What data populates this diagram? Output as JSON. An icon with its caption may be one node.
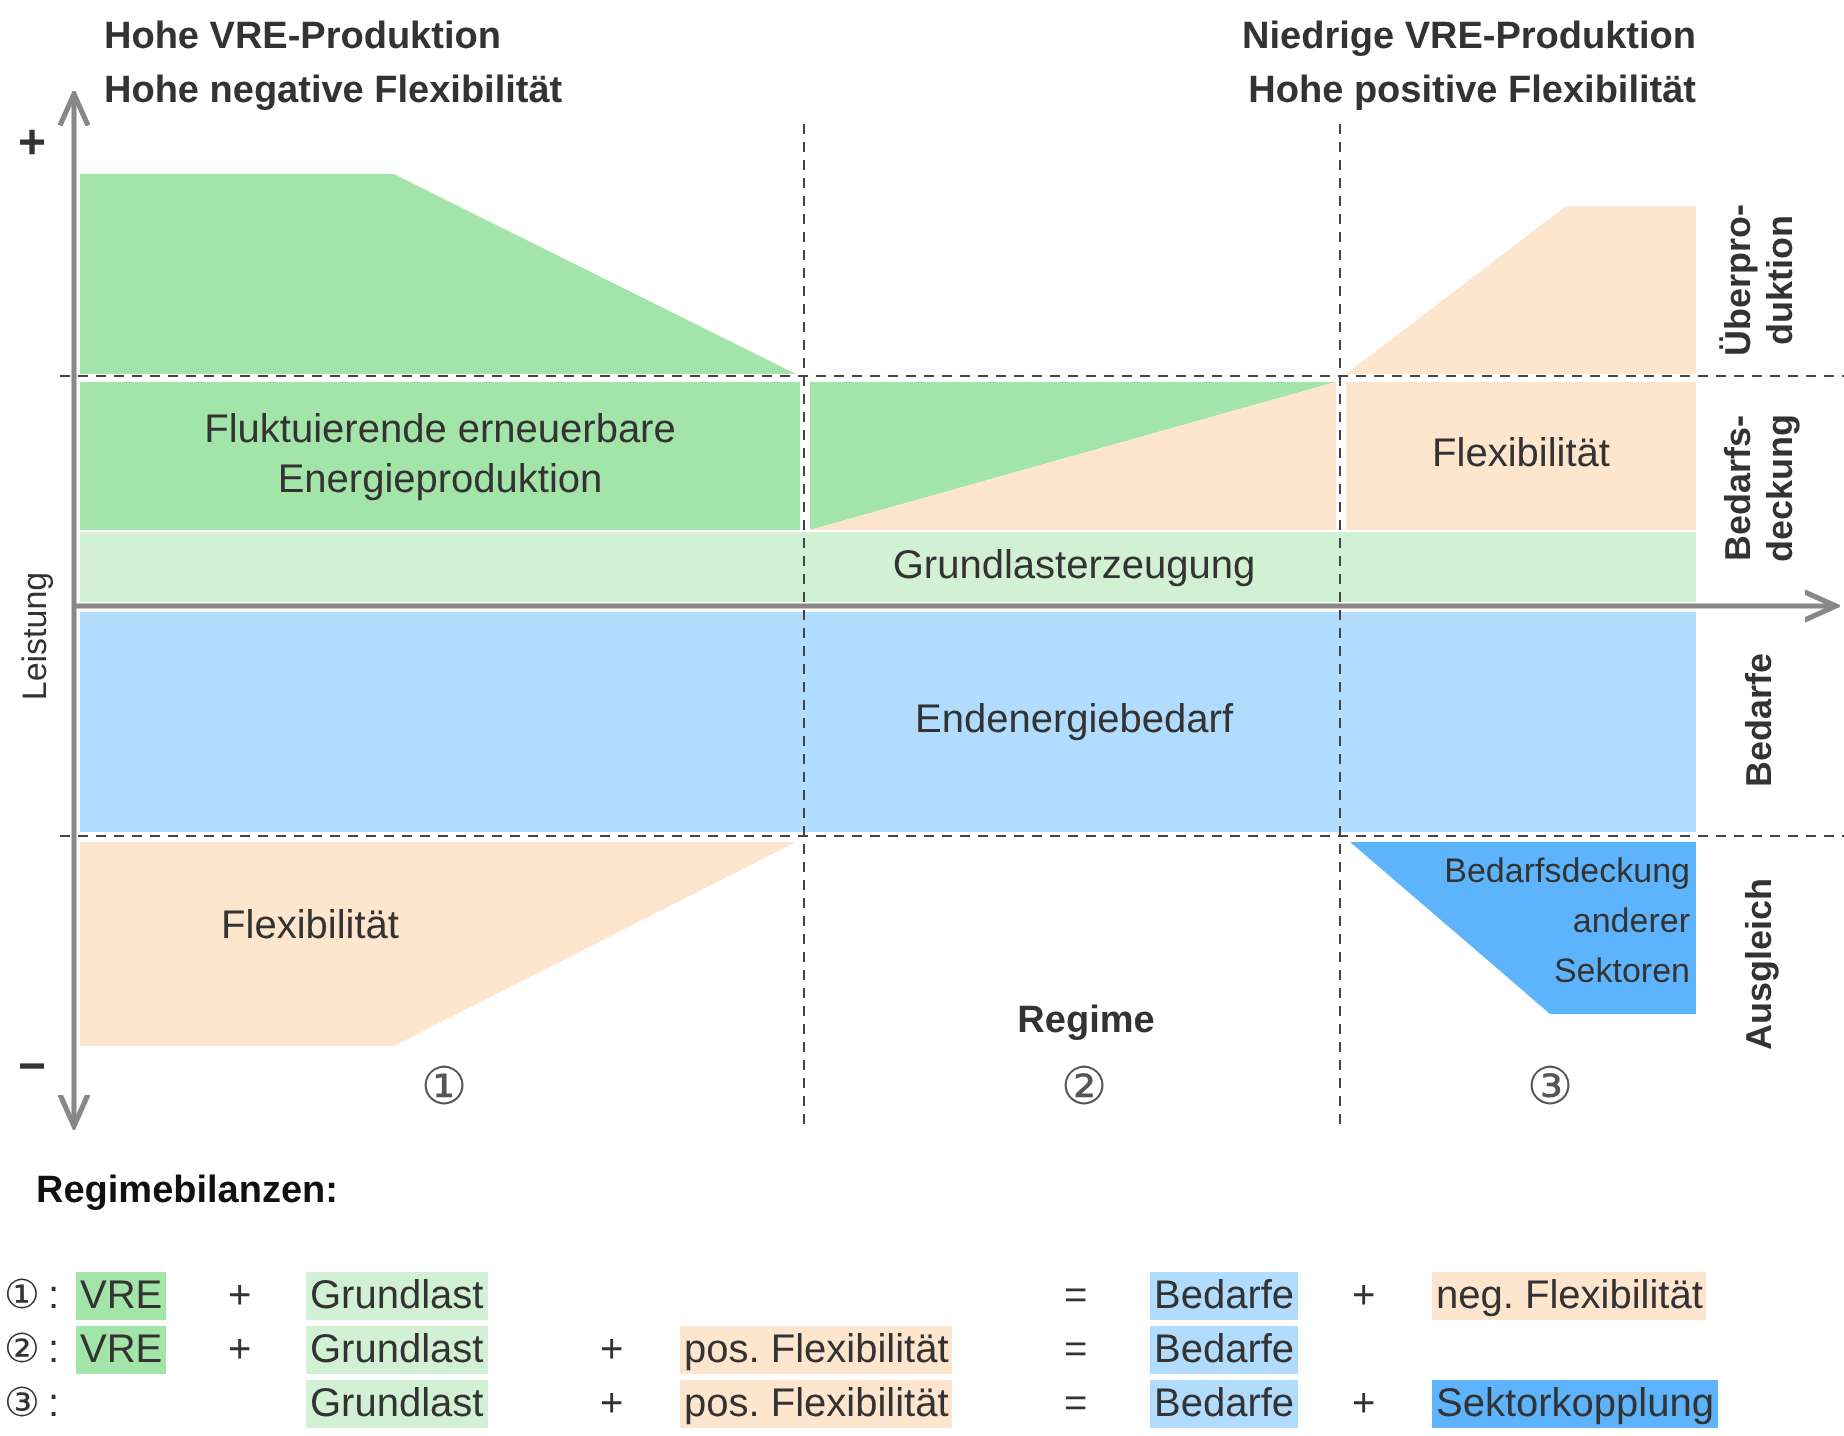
{
  "diagram": {
    "nodes": [
      {
        "text": [
          "Fluktuierende erneuerbare Energieproduktion"
        ]
      },
      {
        "text": [
          "Flexibilität"
        ]
      },
      {
        "text": [
          "Grundlasterzeugung"
        ]
      },
      {
        "text": [
          "Endenergiebedarf"
        ]
      },
      {
        "text": [
          "Flexibilität"
        ]
      },
      {
        "text": [
          "Bedarfsdeckung anderer Sektoren"
        ]
      }
    ],
    "labels": [
      "Hohe VRE-Produktion",
      "Hohe negative Flexibilität",
      "Niedrige VRE-Produktion",
      "Hohe positive Flexibilität",
      "+",
      "Überpro- duktion",
      "Bedarfs- deckung",
      "Leistung",
      "Bedarfe",
      "Ausgleich",
      "Regime",
      "−",
      "①",
      "②",
      "③",
      "Regimebilanzen:",
      "①",
      ":",
      "VRE",
      "+",
      "Grundlast",
      "=",
      "Bedarfe",
      "+",
      "neg. Flexibilität",
      "②",
      ":",
      "VRE",
      "+",
      "Grundlast",
      "+",
      "pos. Flexibilität",
      "=",
      "Bedarfe",
      "③",
      ":",
      "Grundlast",
      "+",
      "pos. Flexibilität",
      "=",
      "Bedarfe",
      "+",
      "Sektorkopplung"
    ]
  }
}
